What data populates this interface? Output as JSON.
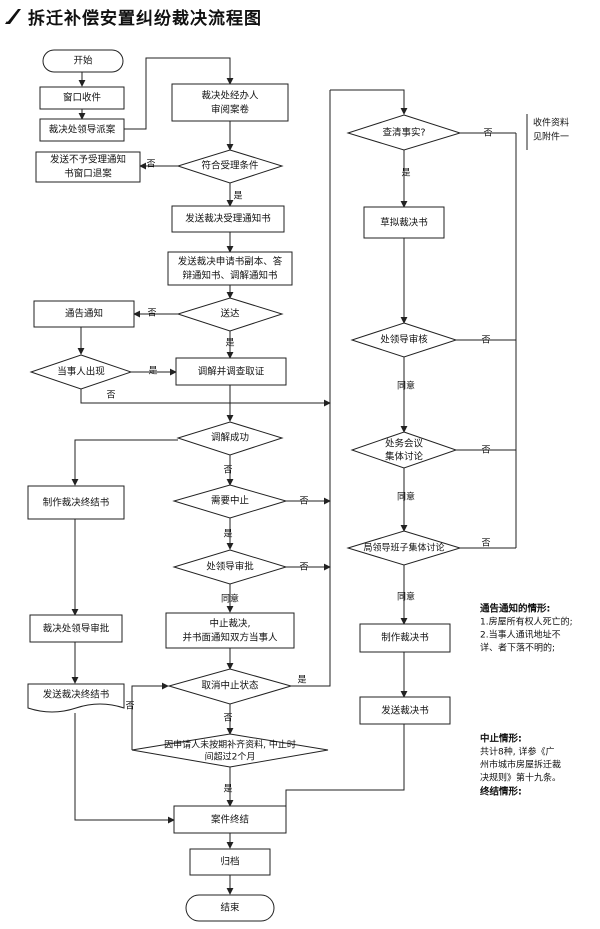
{
  "title": "拆迁补偿安置纠纷裁决流程图",
  "nodes": {
    "start": "开始",
    "receive": "窗口收件",
    "assign": "裁决处领导派案",
    "reject": [
      "发送不予受理通知",
      "书窗口退案"
    ],
    "review": [
      "裁决处经办人",
      "审阅案卷"
    ],
    "accept_q": "符合受理条件",
    "send_accept": "发送裁决受理通知书",
    "send_copy": [
      "发送裁决申请书副本、答",
      "辩通知书、调解通知书"
    ],
    "notice": "通告通知",
    "deliver_q": "送达",
    "party_q": "当事人出现",
    "mediate": "调解并调查取证",
    "mediate_ok_q": "调解成功",
    "make_end": "制作裁决终结书",
    "suspend_q": "需要中止",
    "leader_q1": "处领导审批",
    "approve_end": "裁决处领导审批",
    "suspend": [
      "中止裁决,",
      "并书面通知双方当事人"
    ],
    "cancel_q": "取消中止状态",
    "send_end": "发送裁决终结书",
    "overdue_q": [
      "因申请人未按期补齐资料, 中止时",
      "间超过2个月"
    ],
    "close": "案件终结",
    "archive": "归档",
    "finish": "结束",
    "facts_q": "查清事实?",
    "draft": "草拟裁决书",
    "leader_q2": "处领导审核",
    "meeting_q": [
      "处务会议",
      "集体讨论"
    ],
    "bureau_q": "局领导班子集体讨论",
    "make_ruling": "制作裁决书",
    "send_ruling": "发送裁决书"
  },
  "edge_labels": {
    "no": "否",
    "yes": "是",
    "agree": "同意"
  },
  "side_note": [
    "收件资料",
    "见附件一"
  ],
  "notes": {
    "notice_title": "通告通知的情形:",
    "notice_items": [
      "1.房屋所有权人死亡的;",
      "2.当事人通讯地址不",
      "详、者下落不明的;"
    ],
    "suspend_title": "中止情形:",
    "suspend_items": [
      "共计8种, 详参《广",
      "州市城市房屋拆迁裁",
      "决规则》第十九条。"
    ],
    "end_title": "终结情形:"
  }
}
